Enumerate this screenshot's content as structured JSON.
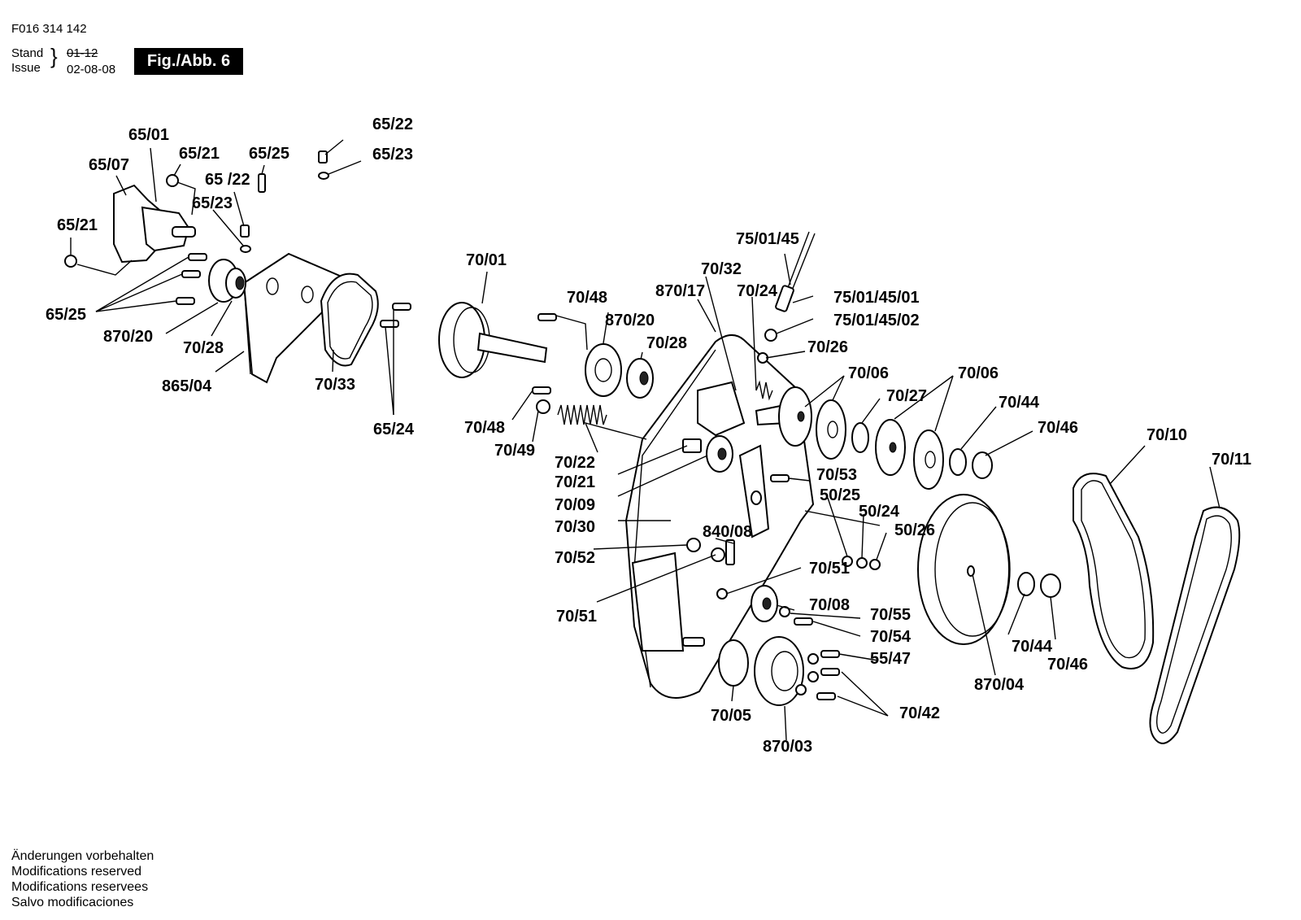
{
  "header": {
    "part_number": "F016 314 142",
    "stand_label": "Stand",
    "issue_label": "Issue",
    "old_date": "01-12",
    "new_date": "02-08-08",
    "figure_label": "Fig./Abb. 6"
  },
  "callouts": {
    "c6501": "65/01",
    "c6507": "65/07",
    "c6521a": "65/21",
    "c6521b": "65/21",
    "c6525a": "65/25",
    "c6522a": "65 /22",
    "c6522b": "65/22",
    "c6523a": "65/23",
    "c6523b": "65/23",
    "c6525b": "65/25",
    "c87020a": "870/20",
    "c7028a": "70/28",
    "c86504": "865/04",
    "c7033": "70/33",
    "c6524": "65/24",
    "c7001": "70/01",
    "c7048a": "70/48",
    "c87020b": "870/20",
    "c7028b": "70/28",
    "c7048b": "70/48",
    "c7049": "70/49",
    "c7022": "70/22",
    "c7021": "70/21",
    "c7009": "70/09",
    "c7030": "70/30",
    "c7052": "70/52",
    "c7051a": "70/51",
    "c7032": "70/32",
    "c87017": "870/17",
    "c7024": "70/24",
    "c750145": "75/01/45",
    "c75014501": "75/01/45/01",
    "c75014502": "75/01/45/02",
    "c7026": "70/26",
    "c7006a": "70/06",
    "c7027": "70/27",
    "c7006b": "70/06",
    "c7044a": "70/44",
    "c7046a": "70/46",
    "c7053": "70/53",
    "c5025": "50/25",
    "c5024": "50/24",
    "c5026": "50/26",
    "c84008": "840/08",
    "c7051b": "70/51",
    "c7008": "70/08",
    "c7055": "70/55",
    "c7054": "70/54",
    "c5547": "55/47",
    "c7042": "70/42",
    "c7005": "70/05",
    "c87003": "870/03",
    "c7010": "70/10",
    "c7011": "70/11",
    "c7044b": "70/44",
    "c7046b": "70/46",
    "c87004": "870/04"
  },
  "footer": {
    "line_de": "Änderungen vorbehalten",
    "line_en": "Modifications reserved",
    "line_fr": "Modifications reservees",
    "line_es": "Salvo modificaciones"
  }
}
